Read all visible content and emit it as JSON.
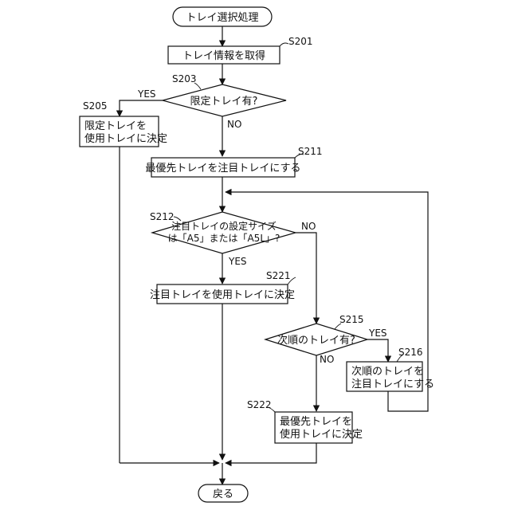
{
  "flowchart": {
    "start": "トレイ選択処理",
    "end": "戻る",
    "steps": {
      "s201": {
        "id": "S201",
        "text": "トレイ情報を取得"
      },
      "s203": {
        "id": "S203",
        "text": "限定トレイ有?"
      },
      "s205": {
        "id": "S205",
        "line1": "限定トレイを",
        "line2": "使用トレイに決定"
      },
      "s211": {
        "id": "S211",
        "text": "最優先トレイを注目トレイにする"
      },
      "s212": {
        "id": "S212",
        "line1": "注目トレイの設定サイズ",
        "line2": "は「A5」または「A5L」?"
      },
      "s221": {
        "id": "S221",
        "text": "注目トレイを使用トレイに決定"
      },
      "s215": {
        "id": "S215",
        "text": "次順のトレイ有?"
      },
      "s216": {
        "id": "S216",
        "line1": "次順のトレイを",
        "line2": "注目トレイにする"
      },
      "s222": {
        "id": "S222",
        "line1": "最優先トレイを",
        "line2": "使用トレイに決定"
      }
    },
    "branches": {
      "yes": "YES",
      "no": "NO"
    }
  }
}
